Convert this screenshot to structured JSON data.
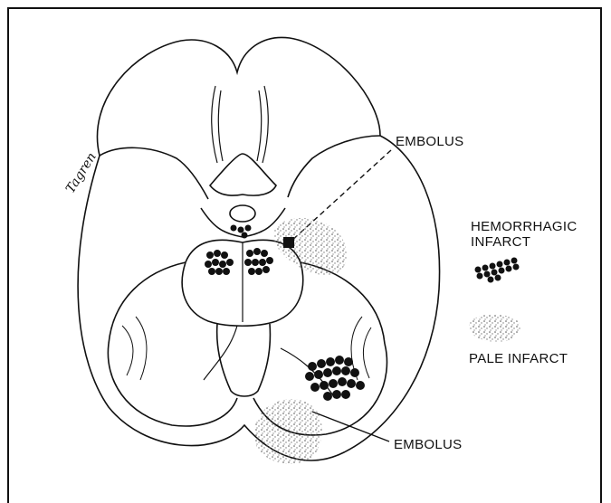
{
  "labels": {
    "embolus_top": "EMBOLUS",
    "hemorrhagic_infarct": "HEMORRHAGIC INFARCT",
    "hemorrhagic_line1": "HEMORRHAGIC",
    "hemorrhagic_line2": "INFARCT",
    "pale_infarct": "PALE INFARCT",
    "embolus_bottom": "EMBOLUS"
  },
  "artist_signature": "Tagren",
  "colors": {
    "ink": "#111111",
    "paper": "#ffffff",
    "stipple": "#888888"
  }
}
